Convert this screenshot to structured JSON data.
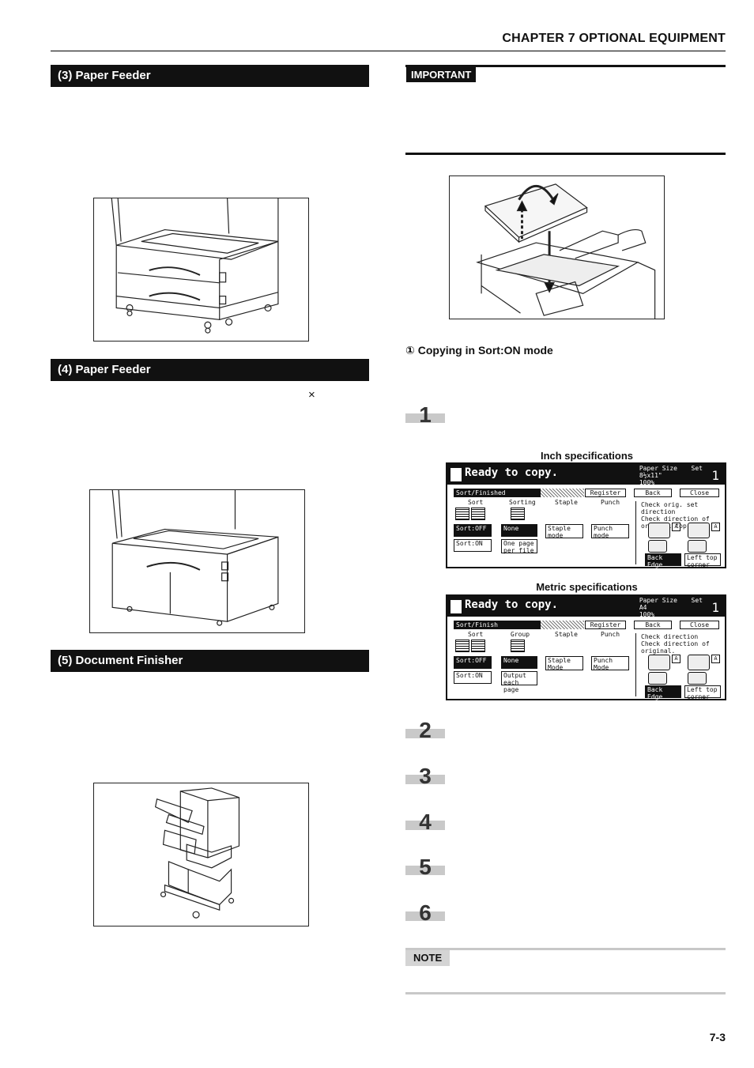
{
  "header": {
    "chapter": "CHAPTER 7  OPTIONAL EQUIPMENT"
  },
  "left": {
    "sections": [
      {
        "title": "(3) Paper Feeder"
      },
      {
        "title": "(4) Paper Feeder",
        "symbol": "×"
      },
      {
        "title": "(5) Document Finisher"
      }
    ]
  },
  "right": {
    "important_label": "IMPORTANT",
    "caption": "① Copying in Sort:ON mode",
    "steps": [
      "1",
      "2",
      "3",
      "4",
      "5",
      "6"
    ],
    "note_label": "NOTE",
    "inch": {
      "label": "Inch specifications",
      "ready": "Ready to copy.",
      "paper_size_label": "Paper Size",
      "paper_size": "8½x11\"",
      "zoom": "100%",
      "set_label": "Set",
      "set_count": "1",
      "mode_title": "Sort/Finished",
      "register": "Register",
      "back": "Back",
      "close": "Close",
      "col_sort": "Sort",
      "col_sorting": "Sorting",
      "col_staple": "Staple",
      "col_punch": "Punch",
      "sort_off": "Sort:OFF",
      "sort_on": "Sort:ON",
      "none": "None",
      "per_file": "One page per file",
      "staple_mode": "Staple mode",
      "punch_mode": "Punch mode",
      "check_line1": "Check orig. set direction",
      "check_line2": "Check direction of",
      "check_line3": "original top side.",
      "back_edge": "Back Edge",
      "left_top": "Left top corner"
    },
    "metric": {
      "label": "Metric specifications",
      "ready": "Ready to copy.",
      "paper_size_label": "Paper Size",
      "paper_size": "A4",
      "zoom": "100%",
      "set_label": "Set",
      "set_count": "1",
      "mode_title": "Sort/Finish",
      "register": "Register",
      "back": "Back",
      "close": "Close",
      "col_sort": "Sort",
      "col_sorting": "Group",
      "col_staple": "Staple",
      "col_punch": "Punch",
      "sort_off": "Sort:OFF",
      "sort_on": "Sort:ON",
      "none": "None",
      "per_file": "Output each page",
      "staple_mode": "Staple Mode",
      "punch_mode": "Punch Mode",
      "check_line1": "Check direction",
      "check_line2": "Check direction of",
      "check_line3": "original.",
      "back_edge": "Back Edge",
      "left_top": "Left top corner"
    }
  },
  "footer": {
    "page": "7-3"
  }
}
